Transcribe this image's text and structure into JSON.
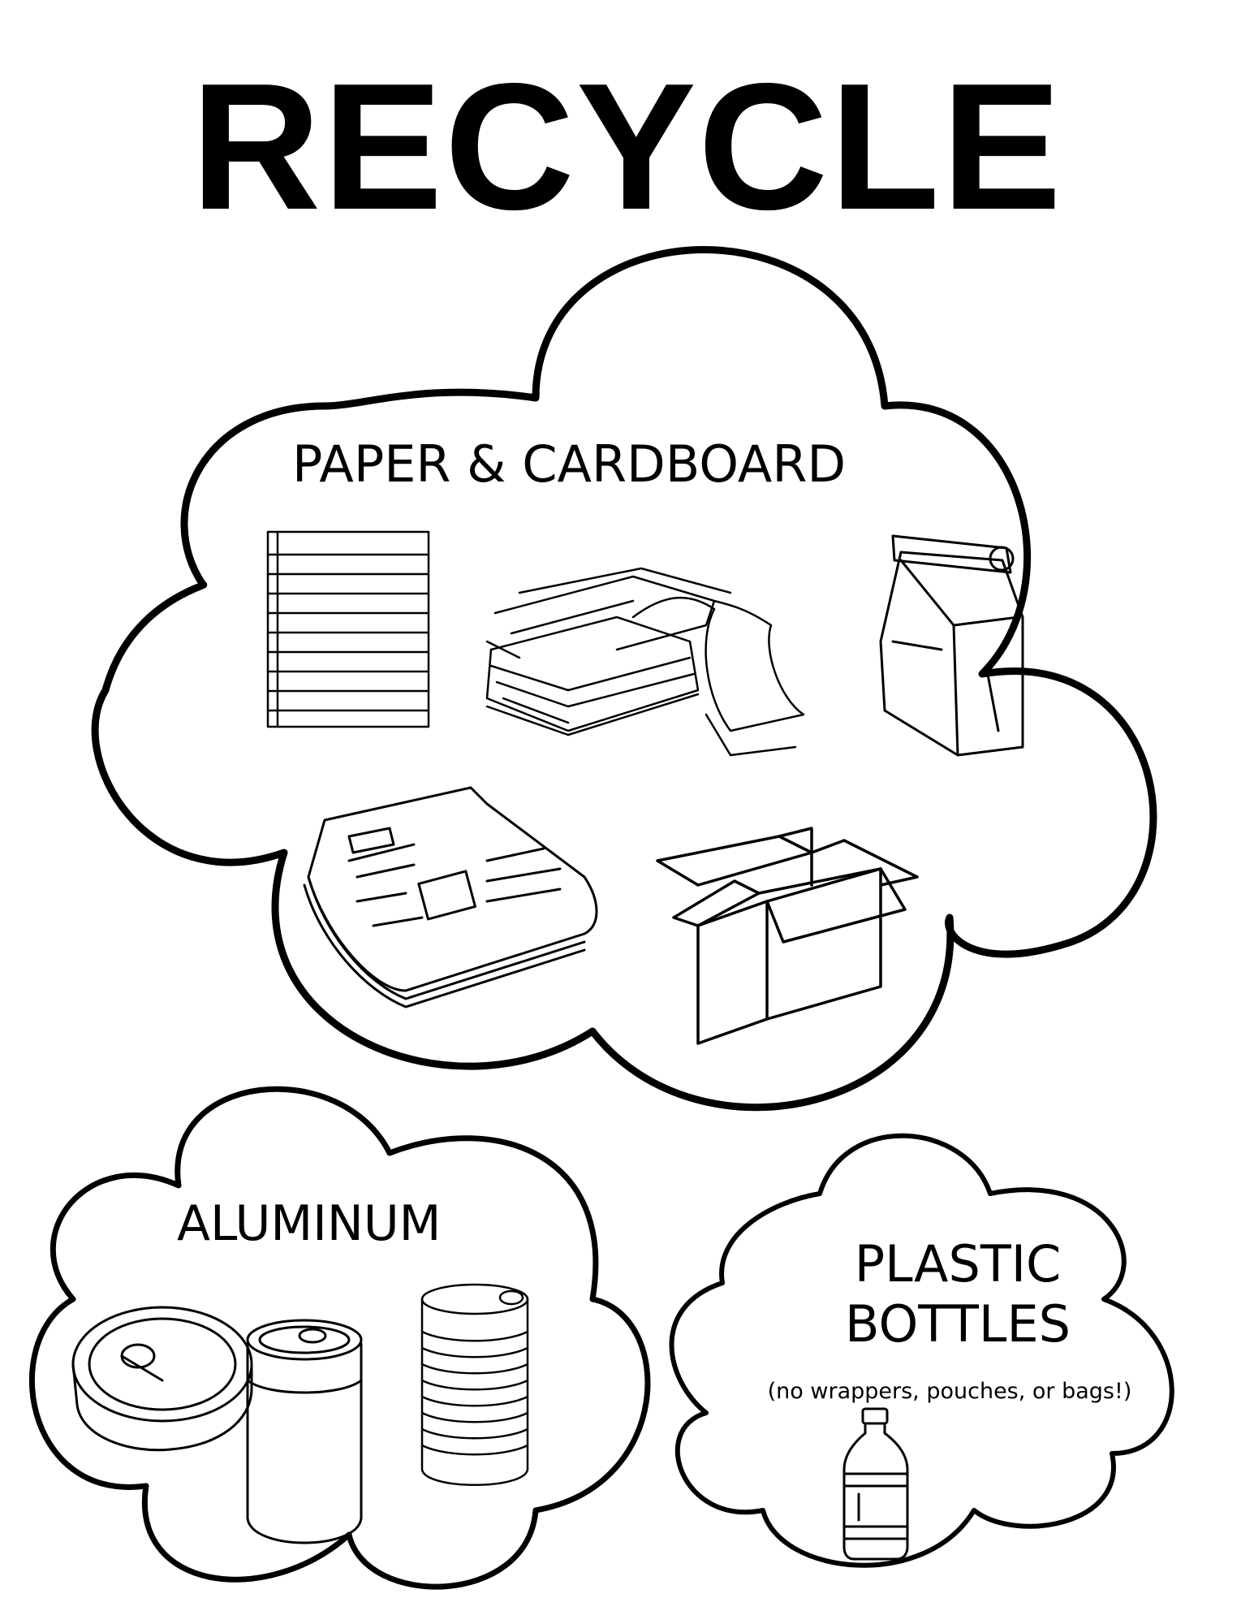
{
  "title": "RECYCLE",
  "sections": {
    "paper": {
      "label": "PAPER & CARDBOARD"
    },
    "aluminum": {
      "label": "ALUMINUM"
    },
    "plastic": {
      "label_line1": "PLASTIC",
      "label_line2": "BOTTLES",
      "note": "(no wrappers, pouches, or bags!)"
    }
  },
  "icons": [
    "lined-paper-icon",
    "paper-stack-icon",
    "paper-bag-icon",
    "newspaper-icon",
    "cardboard-box-icon",
    "food-tin-icon",
    "soda-can-icon",
    "tin-can-icon",
    "plastic-bottle-icon"
  ],
  "colors": {
    "ink": "#000000",
    "background": "#ffffff"
  }
}
